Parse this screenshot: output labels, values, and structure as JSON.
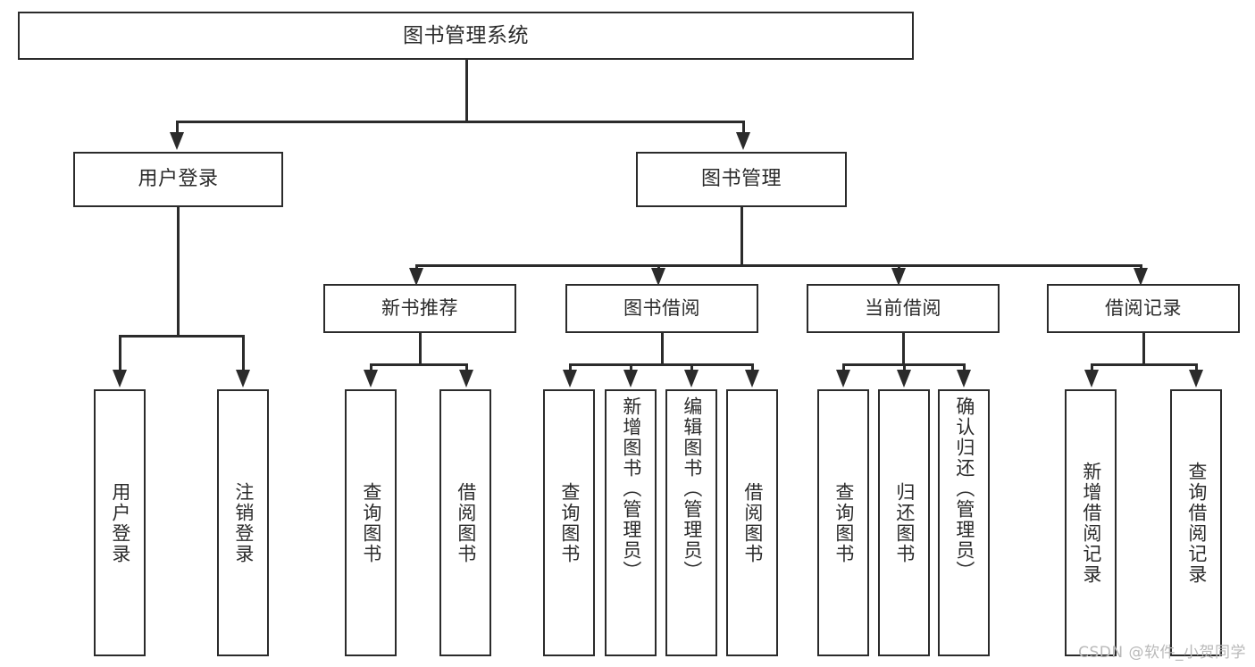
{
  "diagram": {
    "title": "图书管理系统",
    "type": "tree-hierarchy-diagram",
    "watermark": "CSDN @软件_小贺同学",
    "colors": {
      "stroke": "#2b2b2b",
      "fill": "#ffffff",
      "text": "#2b2b2b",
      "watermark": "#b9b9b9"
    },
    "root": {
      "label": "图书管理系统"
    },
    "level2": [
      {
        "label": "用户登录"
      },
      {
        "label": "图书管理"
      }
    ],
    "level3": [
      {
        "label": "新书推荐"
      },
      {
        "label": "图书借阅"
      },
      {
        "label": "当前借阅"
      },
      {
        "label": "借阅记录"
      }
    ],
    "leaves": {
      "user_login": [
        {
          "label": "用户登录"
        },
        {
          "label": "注销登录"
        }
      ],
      "new_book_recommend": [
        {
          "label": "查询图书"
        },
        {
          "label": "借阅图书"
        }
      ],
      "book_borrow": [
        {
          "label": "查询图书"
        },
        {
          "label": "新增图书（管理员）"
        },
        {
          "label": "编辑图书（管理员）"
        },
        {
          "label": "借阅图书"
        }
      ],
      "current_borrow": [
        {
          "label": "查询图书"
        },
        {
          "label": "归还图书"
        },
        {
          "label": "确认归还（管理员）"
        }
      ],
      "borrow_record": [
        {
          "label": "新增借阅记录"
        },
        {
          "label": "查询借阅记录"
        }
      ]
    }
  }
}
